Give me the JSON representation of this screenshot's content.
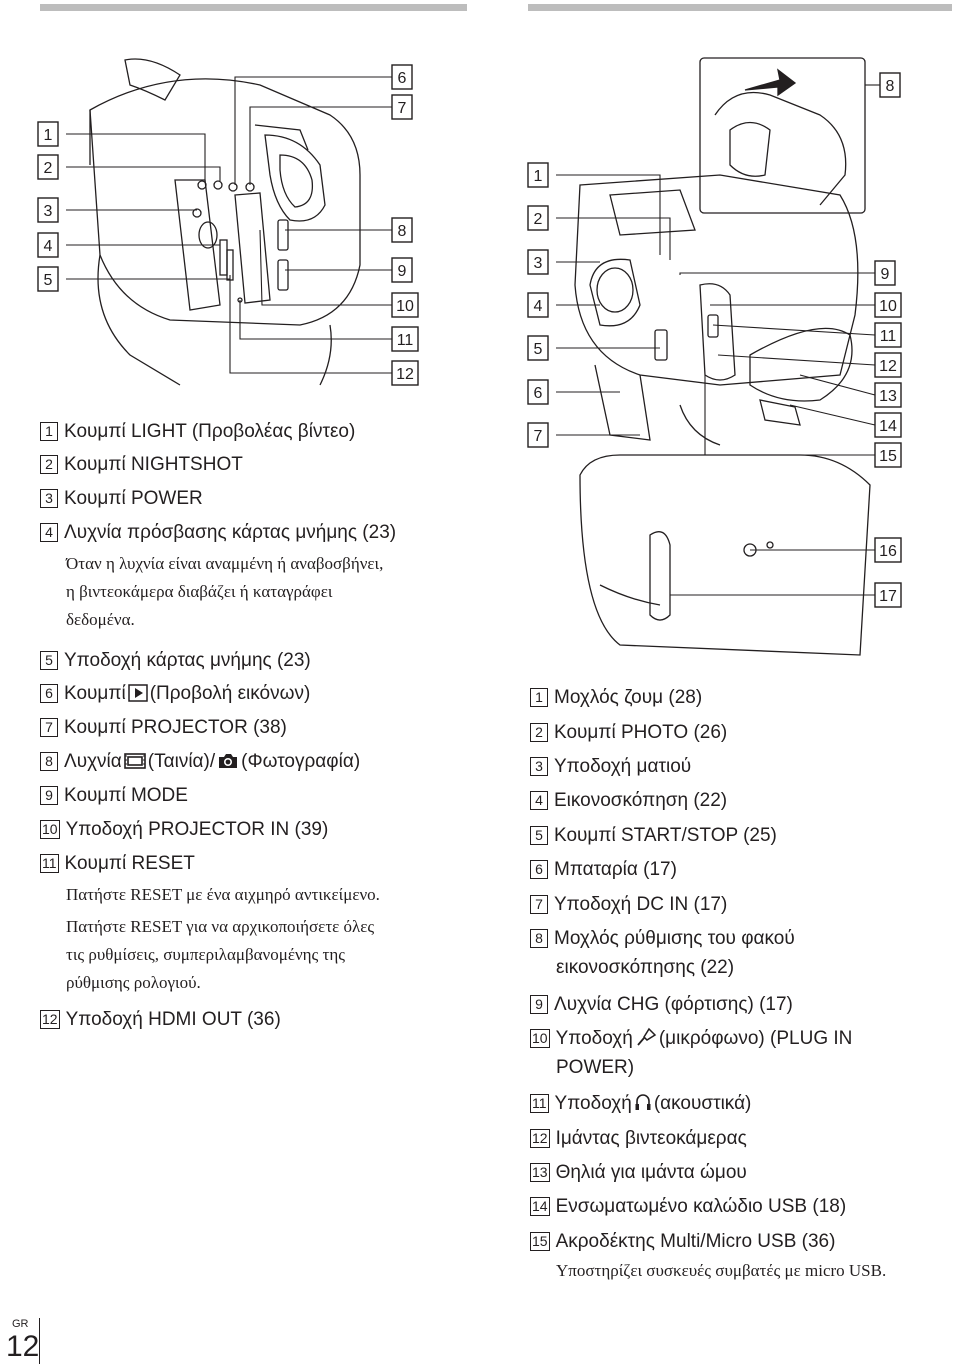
{
  "page": {
    "lang": "GR",
    "number": "12"
  },
  "left_figure": {
    "callouts": [
      "1",
      "2",
      "3",
      "4",
      "5",
      "6",
      "7",
      "8",
      "9",
      "10",
      "11",
      "12"
    ]
  },
  "right_figure": {
    "callouts": [
      "1",
      "2",
      "3",
      "4",
      "5",
      "6",
      "7",
      "8",
      "9",
      "10",
      "11",
      "12",
      "13",
      "14",
      "15",
      "16",
      "17"
    ]
  },
  "left_list": [
    {
      "n": "1",
      "text": "Κουμπί LIGHT (Προβολέας βίντεο)"
    },
    {
      "n": "2",
      "text": "Κουμπί NIGHTSHOT"
    },
    {
      "n": "3",
      "text": "Κουμπί POWER"
    },
    {
      "n": "4",
      "text": "Λυχνία πρόσβασης κάρτας μνήμης (23)",
      "notes": [
        "Όταν η λυχνία είναι αναμμένη ή αναβοσβήνει,",
        "η βιντεοκάμερα διαβάζει ή καταγράφει",
        "δεδομένα."
      ]
    },
    {
      "n": "5",
      "text": "Υποδοχή κάρτας μνήμης (23)"
    },
    {
      "n": "6",
      "pre": "Κουμπί",
      "icon": "play-button-icon",
      "post": "(Προβολή εικόνων)"
    },
    {
      "n": "7",
      "text": "Κουμπί PROJECTOR (38)"
    },
    {
      "n": "8",
      "pre": "Λυχνία",
      "icon": "movie-film-icon",
      "mid": "(Ταινία)/",
      "icon2": "camera-icon",
      "post": "(Φωτογραφία)"
    },
    {
      "n": "9",
      "text": "Κουμπί MODE"
    },
    {
      "n": "10",
      "text": "Υποδοχή PROJECTOR IN (39)"
    },
    {
      "n": "11",
      "text": "Κουμπί RESET",
      "notes": [
        "Πατήστε RESET με ένα αιχμηρό αντικείμενο.",
        "Πατήστε RESET για να αρχικοποιήσετε όλες",
        "τις ρυθμίσεις, συμπεριλαμβανομένης της",
        "ρύθμισης ρολογιού."
      ]
    },
    {
      "n": "12",
      "text": "Υποδοχή HDMI OUT (36)"
    }
  ],
  "right_list": [
    {
      "n": "1",
      "text": "Μοχλός ζουμ (28)"
    },
    {
      "n": "2",
      "text": "Κουμπί PHOTO (26)"
    },
    {
      "n": "3",
      "text": "Υποδοχή ματιού"
    },
    {
      "n": "4",
      "text": "Εικονοσκόπηση (22)"
    },
    {
      "n": "5",
      "text": "Κουμπί START/STOP (25)"
    },
    {
      "n": "6",
      "text": "Μπαταρία (17)"
    },
    {
      "n": "7",
      "text": "Υποδοχή DC IN (17)"
    },
    {
      "n": "8",
      "text": "Μοχλός ρύθμισης του φακού",
      "cont": "εικονοσκόπησης (22)"
    },
    {
      "n": "9",
      "text": "Λυχνία CHG (φόρτισης) (17)"
    },
    {
      "n": "10",
      "pre": "Υποδοχή",
      "icon": "microphone-icon",
      "post": "(μικρόφωνο) (PLUG IN",
      "cont": "POWER)"
    },
    {
      "n": "11",
      "pre": "Υποδοχή",
      "icon": "headphones-icon",
      "post": "(ακουστικά)"
    },
    {
      "n": "12",
      "text": "Ιμάντας βιντεοκάμερας"
    },
    {
      "n": "13",
      "text": "Θηλιά για ιμάντα ώμου"
    },
    {
      "n": "14",
      "text": "Ενσωματωμένο καλώδιο USB (18)"
    },
    {
      "n": "15",
      "text": "Ακροδέκτης Multi/Micro USB (36)",
      "notes": [
        "Υποστηρίζει συσκευές συμβατές με micro USB."
      ]
    }
  ]
}
